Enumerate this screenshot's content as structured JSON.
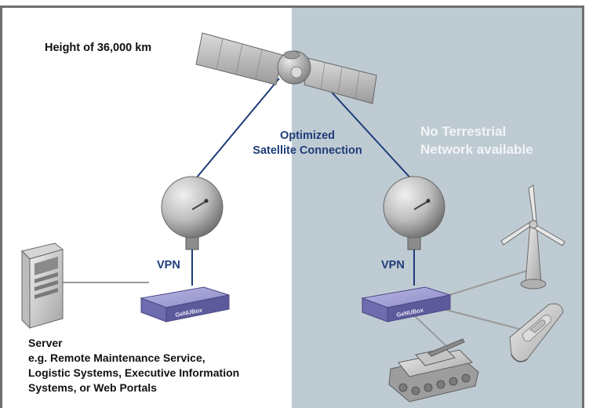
{
  "labels": {
    "height": "Height of 36,000 km",
    "connection_line1": "Optimized",
    "connection_line2": "Satellite Connection",
    "no_network_line1": "No Terrestrial",
    "no_network_line2": "Network available",
    "vpn_left": "VPN",
    "vpn_right": "VPN",
    "box_left": "GeNUBox",
    "box_right": "GeNUBox"
  },
  "server_text": {
    "line1": "Server",
    "line2": "e.g. Remote Maintenance Service,",
    "line3": "Logistic Systems, Executive Information",
    "line4": "Systems, or Web Portals"
  },
  "colors": {
    "right_panel": "#bfcbd3",
    "frame": "#6f6f6f",
    "link_line": "#1e3c78",
    "genubox": "#5d5a9c"
  },
  "icons": [
    "satellite-icon",
    "satellite-dish-icon",
    "server-tower-icon",
    "genubox-router-icon",
    "wind-turbine-icon",
    "ship-icon",
    "tank-icon"
  ]
}
